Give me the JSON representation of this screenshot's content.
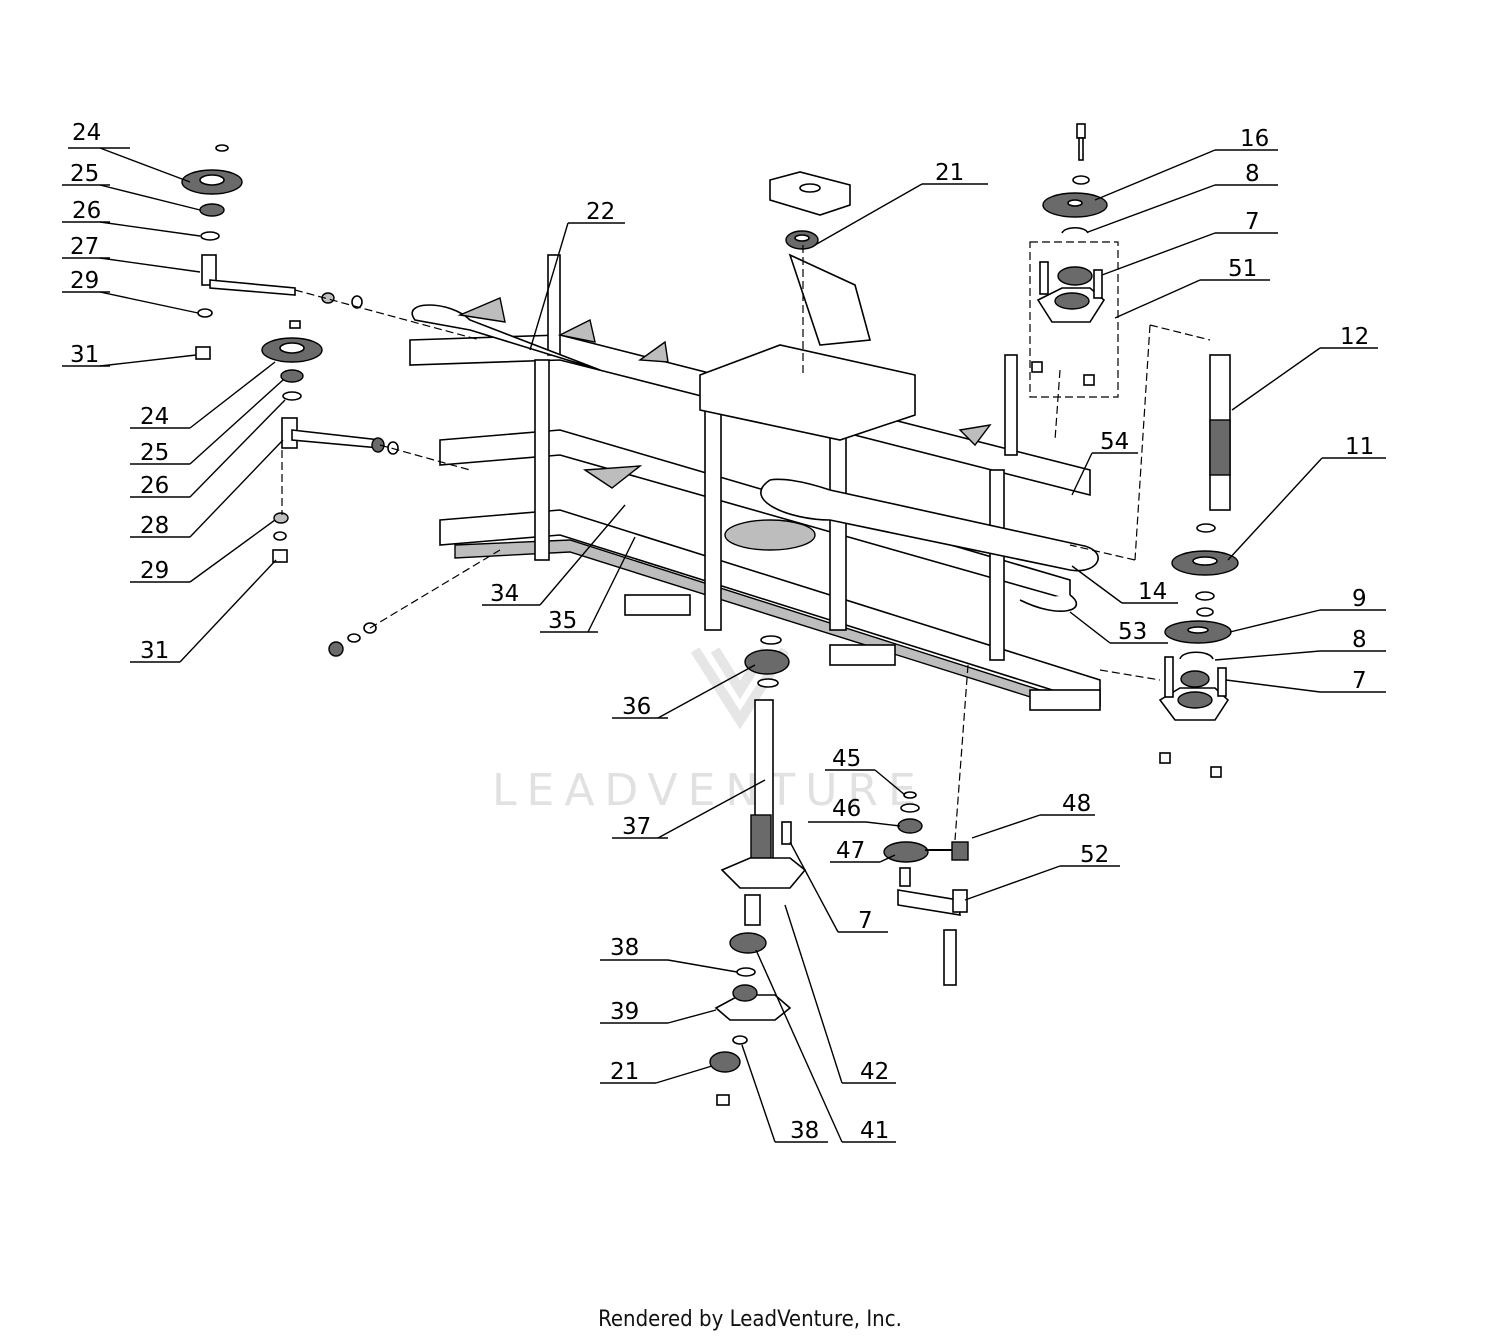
{
  "watermark": "LEADVENTURE",
  "footer": "Rendered by LeadVenture, Inc.",
  "callouts": [
    {
      "id": "c24a",
      "label": "24"
    },
    {
      "id": "c25a",
      "label": "25"
    },
    {
      "id": "c26a",
      "label": "26"
    },
    {
      "id": "c27",
      "label": "27"
    },
    {
      "id": "c29a",
      "label": "29"
    },
    {
      "id": "c31a",
      "label": "31"
    },
    {
      "id": "c24b",
      "label": "24"
    },
    {
      "id": "c25b",
      "label": "25"
    },
    {
      "id": "c26b",
      "label": "26"
    },
    {
      "id": "c28",
      "label": "28"
    },
    {
      "id": "c29b",
      "label": "29"
    },
    {
      "id": "c31b",
      "label": "31"
    },
    {
      "id": "c22",
      "label": "22"
    },
    {
      "id": "c21a",
      "label": "21"
    },
    {
      "id": "c16",
      "label": "16"
    },
    {
      "id": "c8a",
      "label": "8"
    },
    {
      "id": "c7a",
      "label": "7"
    },
    {
      "id": "c51",
      "label": "51"
    },
    {
      "id": "c12",
      "label": "12"
    },
    {
      "id": "c11",
      "label": "11"
    },
    {
      "id": "c54",
      "label": "54"
    },
    {
      "id": "c14",
      "label": "14"
    },
    {
      "id": "c9",
      "label": "9"
    },
    {
      "id": "c8b",
      "label": "8"
    },
    {
      "id": "c7b",
      "label": "7"
    },
    {
      "id": "c53",
      "label": "53"
    },
    {
      "id": "c34",
      "label": "34"
    },
    {
      "id": "c35",
      "label": "35"
    },
    {
      "id": "c36",
      "label": "36"
    },
    {
      "id": "c37",
      "label": "37"
    },
    {
      "id": "c45",
      "label": "45"
    },
    {
      "id": "c46",
      "label": "46"
    },
    {
      "id": "c47",
      "label": "47"
    },
    {
      "id": "c48",
      "label": "48"
    },
    {
      "id": "c52",
      "label": "52"
    },
    {
      "id": "c7c",
      "label": "7"
    },
    {
      "id": "c38a",
      "label": "38"
    },
    {
      "id": "c39",
      "label": "39"
    },
    {
      "id": "c21b",
      "label": "21"
    },
    {
      "id": "c42",
      "label": "42"
    },
    {
      "id": "c38b",
      "label": "38"
    },
    {
      "id": "c41",
      "label": "41"
    }
  ]
}
